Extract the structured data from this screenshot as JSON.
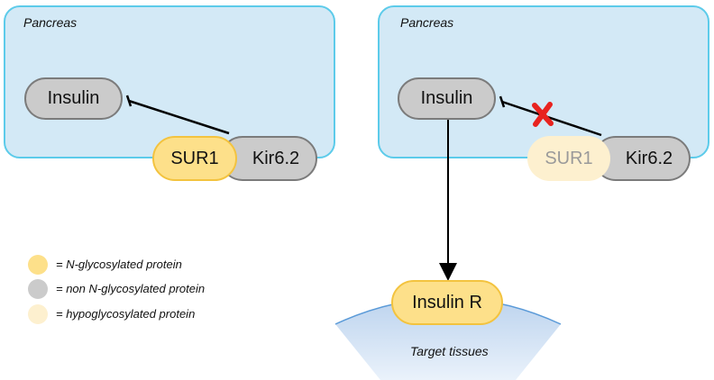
{
  "panels": {
    "left": {
      "label": "Pancreas"
    },
    "right": {
      "label": "Pancreas"
    }
  },
  "left": {
    "insulin": "Insulin",
    "sur1": "SUR1",
    "kir": "Kir6.2"
  },
  "right": {
    "insulin": "Insulin",
    "sur1": "SUR1",
    "kir": "Kir6.2"
  },
  "receptor": "Insulin R",
  "target": "Target tissues",
  "legend": [
    {
      "text": "= N-glycosylated protein",
      "color": "#fde08a"
    },
    {
      "text": "= non N-glycosylated protein",
      "color": "#cbcbcb"
    },
    {
      "text": "= hypoglycosylated protein",
      "color": "#fdf0cf"
    }
  ],
  "colors": {
    "panel_fill": "#d3e9f6",
    "panel_border": "#5ccbea",
    "blocked_mark": "#e8231f",
    "target_fill": "#cfe0f3"
  }
}
